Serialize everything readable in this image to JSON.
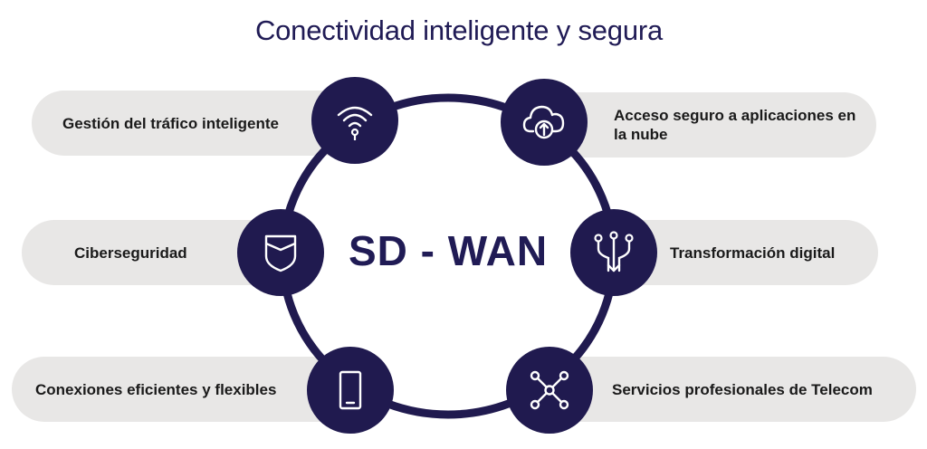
{
  "title": "Conectividad inteligente y segura",
  "center_label": "SD - WAN",
  "colors": {
    "navy": "#201a4f",
    "pill": "#e8e7e6",
    "title": "#201b55"
  },
  "items": [
    {
      "label": "Gestión del tráfico inteligente",
      "icon": "wifi-icon"
    },
    {
      "label": "Acceso seguro a aplicaciones en la nube",
      "icon": "cloud-upload-icon"
    },
    {
      "label": "Ciberseguridad",
      "icon": "shield-icon"
    },
    {
      "label": "Transformación digital",
      "icon": "branching-arrow-icon"
    },
    {
      "label": "Conexiones eficientes y flexibles",
      "icon": "tablet-icon"
    },
    {
      "label": "Servicios profesionales de Telecom",
      "icon": "network-nodes-icon"
    }
  ]
}
